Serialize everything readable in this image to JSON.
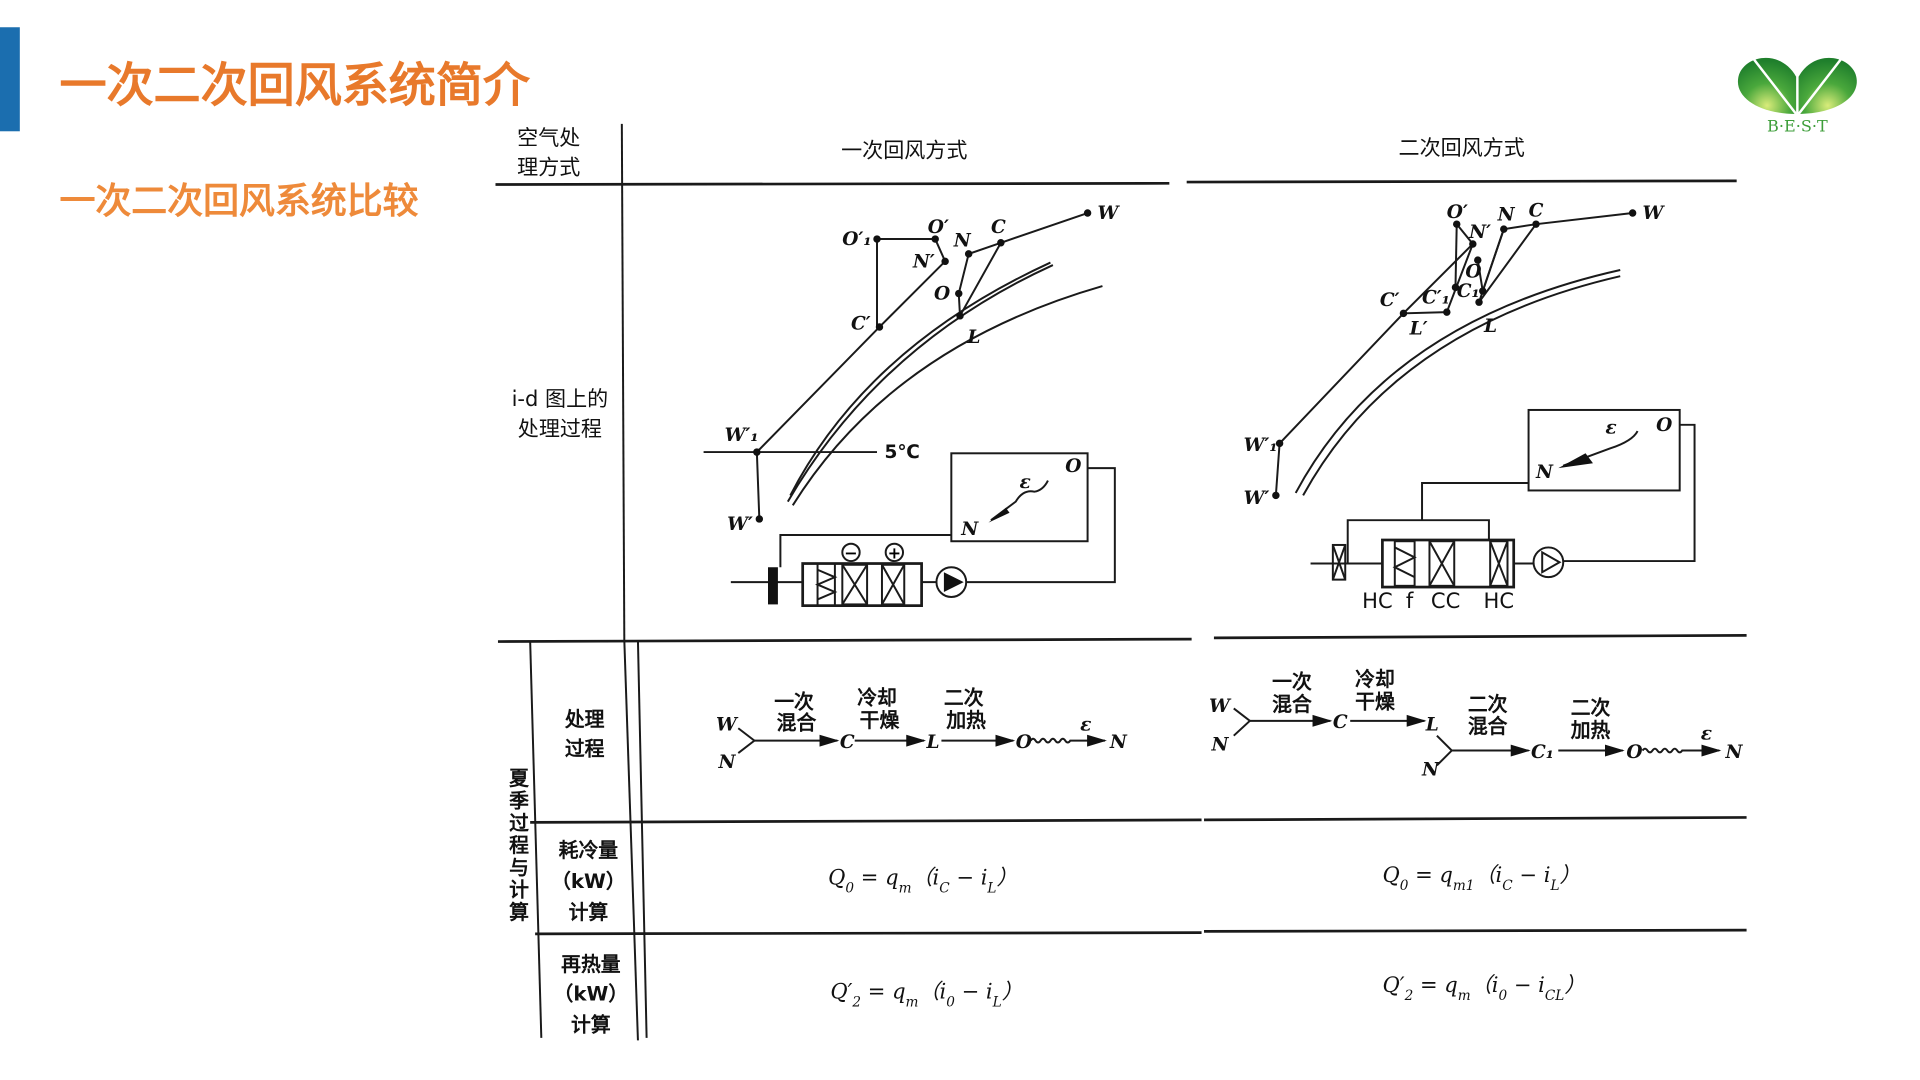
{
  "slide": {
    "title": "一次二次回风系统简介",
    "subtitle": "一次二次回风系统比较",
    "logo_text": "B·E·S·T",
    "colors": {
      "accent_orange": "#E8792B",
      "bar_blue": "#1B6EAF",
      "logo_green": "#3E9E3A"
    }
  },
  "table": {
    "header": {
      "row_label_1": "空气处",
      "row_label_2": "理方式",
      "col_primary": "一次回风方式",
      "col_secondary": "二次回风方式"
    },
    "rows": {
      "id_chart": {
        "label_1": "i-d 图上的",
        "label_2": "处理过程"
      },
      "summer_group": [
        "夏",
        "季",
        "过",
        "程",
        "与",
        "计",
        "算"
      ],
      "process": {
        "label_1": "处理",
        "label_2": "过程"
      },
      "cooling": {
        "label_1": "耗冷量",
        "label_2": "（kW）",
        "label_3": "计算"
      },
      "reheat": {
        "label_1": "再热量",
        "label_2": "（kW）",
        "label_3": "计算"
      }
    },
    "primary": {
      "points": {
        "W": "W",
        "C": "C",
        "N": "N",
        "O": "O",
        "L": "L",
        "O1p": "O′₁",
        "Op": "O′",
        "Np": "N′",
        "Cp": "C′",
        "W1p": "W′₁",
        "Wp": "W′"
      },
      "temp_label": "5℃",
      "room": {
        "N": "N",
        "O": "O",
        "eps": "ε"
      },
      "coil_minus": "−",
      "coil_plus": "+",
      "flow": {
        "W": "W",
        "N": "N",
        "C": "C",
        "L": "L",
        "O": "O",
        "eps": "ε",
        "N_end": "N",
        "step1_a": "一次",
        "step1_b": "混合",
        "step2_a": "冷却",
        "step2_b": "干燥",
        "step3_a": "二次",
        "step3_b": "加热"
      },
      "cooling_formula": "Q_{0} = q_{m}（i_{C} − i_{L}）",
      "reheat_formula": "Q′_{2} = q_{m}（i_{0} − i_{L}）"
    },
    "secondary": {
      "points": {
        "W": "W",
        "C": "C",
        "N": "N",
        "Np": "N′",
        "Op": "O′",
        "O": "O",
        "C1": "C₁",
        "L": "L",
        "C1p": "C′₁",
        "Cp": "C′",
        "Lp": "L′",
        "W1p": "W′₁",
        "Wp": "W′"
      },
      "room": {
        "N": "N",
        "O": "O",
        "eps": "ε"
      },
      "units": [
        "HC",
        "f",
        "CC",
        "HC"
      ],
      "flow": {
        "W": "W",
        "N": "N",
        "C": "C",
        "L": "L",
        "N2": "N",
        "C1": "C₁",
        "O": "O",
        "eps": "ε",
        "N_end": "N",
        "step1_a": "一次",
        "step1_b": "混合",
        "step2_a": "冷却",
        "step2_b": "干燥",
        "step3_a": "二次",
        "step3_b": "混合",
        "step4_a": "二次",
        "step4_b": "加热"
      },
      "cooling_formula": "Q_{0} = q_{m1}（i_{C} − i_{L}）",
      "reheat_formula": "Q′_{2} = q_{m}（i_{0} − i_{CL}）"
    }
  }
}
